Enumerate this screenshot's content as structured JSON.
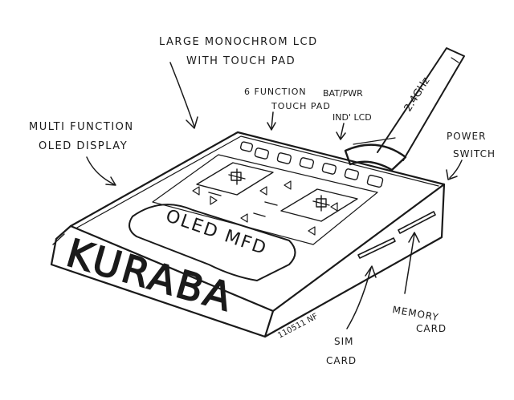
{
  "sketch": {
    "ink_color": "#1a1a1a",
    "paper_color": "#ffffff"
  },
  "labels": {
    "lcd_line1": "LARGE MONOCHROM LCD",
    "lcd_line2": "WITH TOUCH PAD",
    "touchpad_line1": "6 FUNCTION",
    "touchpad_line2": "TOUCH PAD",
    "bat_line1": "BAT/PWR",
    "bat_line2": "IND' LCD",
    "oled_line1": "MULTI FUNCTION",
    "oled_line2": "OLED DISPLAY",
    "power_line1": "POWER",
    "power_line2": "SWITCH",
    "sim_line1": "SIM",
    "sim_line2": "CARD",
    "memory_line1": "MEMORY",
    "memory_line2": "CARD"
  },
  "device": {
    "brand": "KURABA",
    "screen_text": "OLED MFD",
    "antenna_text": "2.4GHz",
    "signature": "110511 NF"
  }
}
